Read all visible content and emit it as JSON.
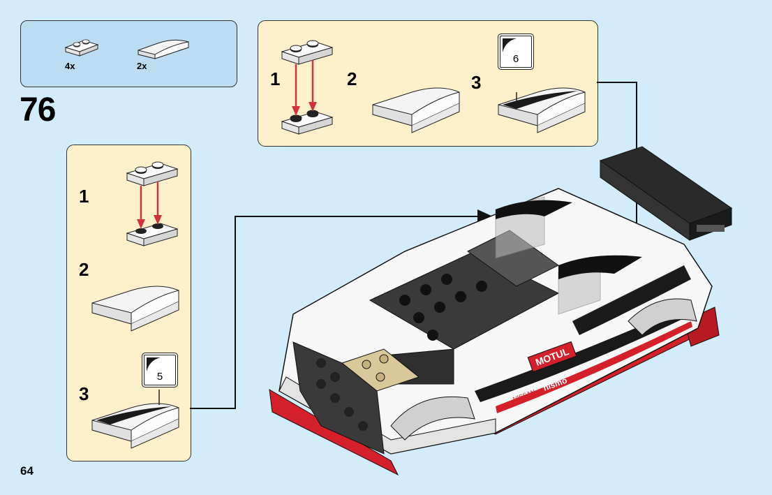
{
  "step_number": "76",
  "page_number": "64",
  "parts_list": [
    {
      "part": "plate-1x2",
      "qty": "4x"
    },
    {
      "part": "curved-slope-1x4",
      "qty": "2x"
    }
  ],
  "top_subassembly": {
    "sub_steps": [
      "1",
      "2",
      "3"
    ],
    "sticker_number": "6"
  },
  "left_subassembly": {
    "sub_steps": [
      "1",
      "2",
      "3"
    ],
    "sticker_number": "5"
  },
  "car_stickers": {
    "sponsor": "MOTUL",
    "brand": "NISSAN",
    "division": "nismo"
  },
  "colors": {
    "page_background": "#d3ecf9",
    "parts_box": "#bcdcf2",
    "subassembly_panel": "#fdf1cc",
    "assembly_arrow": "#d0343a",
    "car_body_red": "#d3202a"
  }
}
